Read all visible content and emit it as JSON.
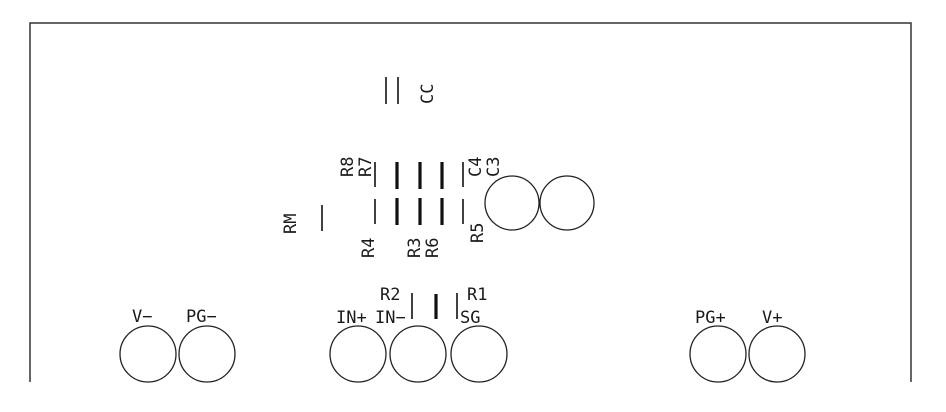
{
  "board": {
    "labels": {
      "cc": "CC",
      "r8": "R8",
      "r7": "R7",
      "c4": "C4",
      "c3": "C3",
      "rm": "RM",
      "r4": "R4",
      "r3": "R3",
      "r6": "R6",
      "r5": "R5",
      "r2": "R2",
      "r1": "R1",
      "sg": "SG",
      "v_minus": "V−",
      "pg_minus": "PG−",
      "in_plus": "IN+",
      "in_minus": "IN−",
      "pg_plus": "PG+",
      "v_plus": "V+"
    }
  }
}
